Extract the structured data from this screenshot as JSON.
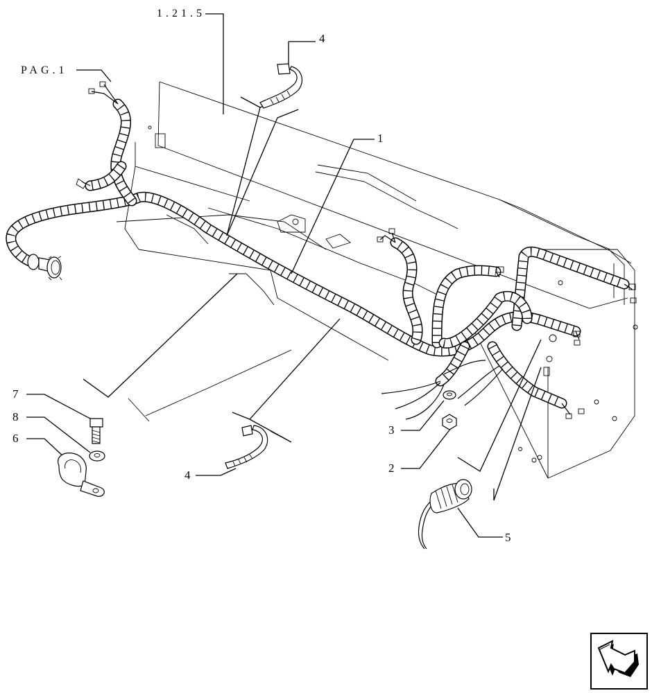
{
  "diagram": {
    "references": {
      "section_ref": "1.21.5",
      "page_ref": "PAG.1"
    },
    "part_callouts": [
      "1",
      "2",
      "3",
      "4",
      "4",
      "5",
      "6",
      "7",
      "8"
    ],
    "navigation": {
      "icon": "return-arrow-icon"
    }
  }
}
